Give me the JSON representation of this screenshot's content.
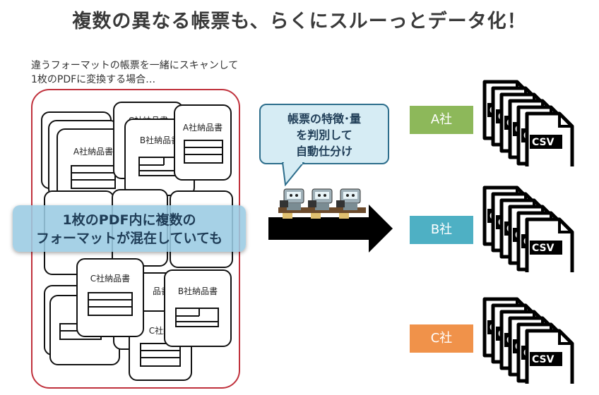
{
  "title": "複数の異なる帳票も、らくにスルーっとデータ化！",
  "intro": {
    "line1": "違うフォーマットの帳票を一緒にスキャンして",
    "line2": "1枚のPDFに変換する場合…"
  },
  "cards": {
    "a": "A社納品書",
    "b": "B社納品書",
    "c": "C社納品書",
    "c_partial": "C社納",
    "partial_sho": "品書"
  },
  "overlay": {
    "line1": "1枚のPDF内に複数の",
    "line2": "フォーマットが混在していても"
  },
  "callout": {
    "line1": "帳票の特徴･量",
    "line2": "を判別して",
    "line3": "自動仕分け"
  },
  "companies": [
    {
      "label": "A社",
      "color": "#8db85a"
    },
    {
      "label": "B社",
      "color": "#4eb0c4"
    },
    {
      "label": "C社",
      "color": "#f0924a"
    }
  ],
  "csv_label": "CSV",
  "csv_partial": "C"
}
